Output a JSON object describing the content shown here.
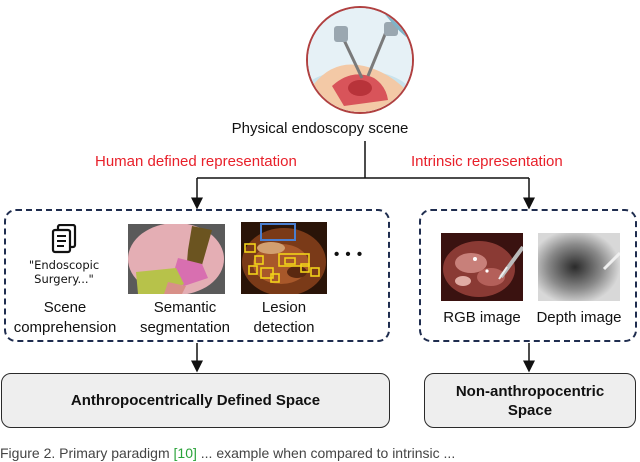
{
  "top": {
    "scene_label": "Physical endoscopy scene"
  },
  "branches": {
    "left_label": "Human defined representation",
    "right_label": "Intrinsic representation"
  },
  "left_panel": {
    "items": [
      {
        "quote": "\"Endoscopic Surgery...\"",
        "label_line1": "Scene",
        "label_line2": "comprehension"
      },
      {
        "label_line1": "Semantic",
        "label_line2": "segmentation"
      },
      {
        "label_line1": "Lesion",
        "label_line2": "detection"
      }
    ],
    "ellipsis": "• • •"
  },
  "right_panel": {
    "items": [
      {
        "label": "RGB image"
      },
      {
        "label": "Depth image"
      }
    ]
  },
  "spaces": {
    "left": "Anthropocentrically Defined Space",
    "right_line1": "Non-anthropocentric",
    "right_line2": "Space"
  },
  "caption": {
    "prefix": "Figure 2. Primary paradigm",
    "ref": "[10]",
    "suffix": "... example when compared to intrinsic ..."
  },
  "colors": {
    "accent_red": "#e8202a",
    "box_border": "#1f2d4f",
    "space_fill": "#eeeeee"
  }
}
